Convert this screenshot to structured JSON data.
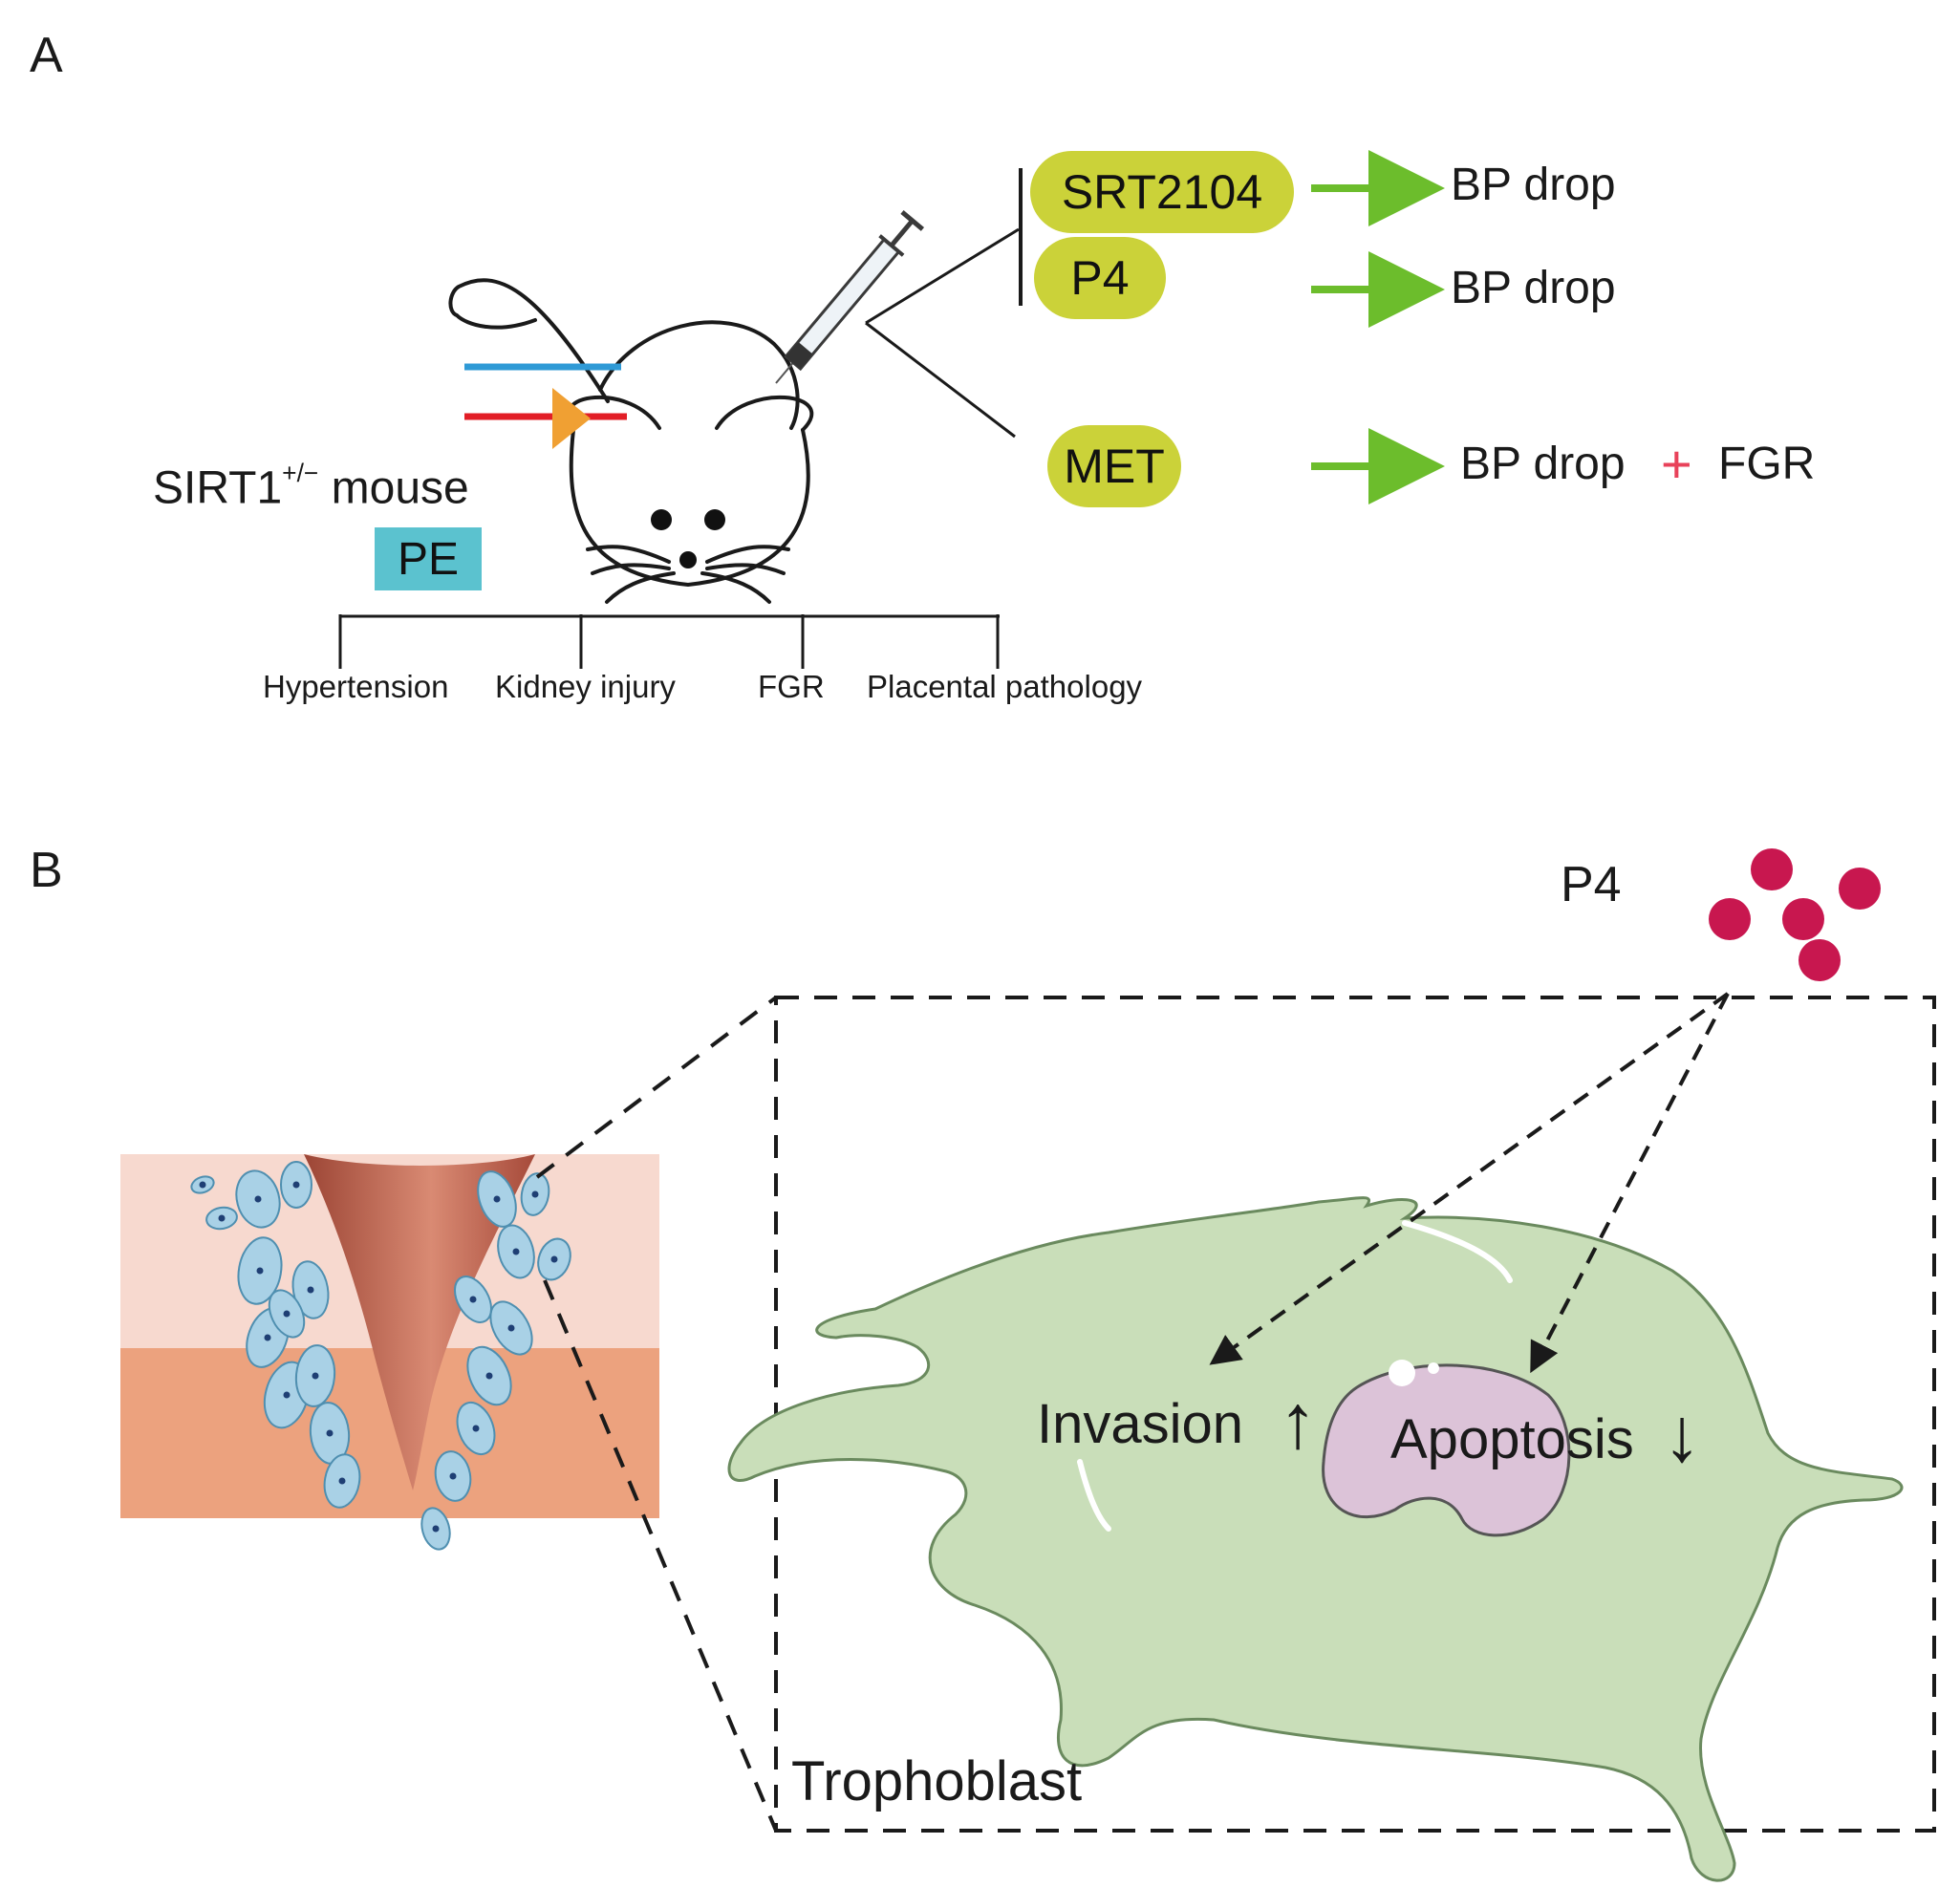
{
  "panel_a": {
    "letter": "A",
    "mouse_label": "SIRT1",
    "mouse_label_sup": "+/−",
    "mouse_label_suffix": " mouse",
    "model_badge": "PE",
    "phenotypes": [
      "Hypertension",
      "Kidney injury",
      "FGR",
      "Placental pathology"
    ],
    "treatments": [
      {
        "drug": "SRT2104",
        "outcome": "BP drop"
      },
      {
        "drug": "P4",
        "outcome": "BP drop"
      },
      {
        "drug": "MET",
        "outcome": "BP drop",
        "plus_sign": "+",
        "extra_outcome": "FGR"
      }
    ]
  },
  "panel_b": {
    "letter": "B",
    "hormone_label": "P4",
    "cell_label": "Trophoblast",
    "effects": [
      {
        "label": "Invasion",
        "arrow": "↑"
      },
      {
        "label": "Apoptosis",
        "arrow": "↓"
      }
    ]
  },
  "colors": {
    "drug_pill": "#cbd239",
    "pe_badge": "#5bc2cf",
    "green_arrow": "#6cbd2c",
    "plus_sign": "#e8425a",
    "p4_dots": "#c8174f",
    "cell_fill": "#c9deb9",
    "nucleus_fill": "#dcc3d8",
    "tissue_top": "#f7d9cf",
    "tissue_bottom": "#eca27e",
    "vessel": "#b25a47",
    "trophoblast_cells": "#a9d1e6",
    "blue_line": "#2f9ad6",
    "red_line": "#e21e26",
    "orange_triangle": "#f0a033"
  }
}
